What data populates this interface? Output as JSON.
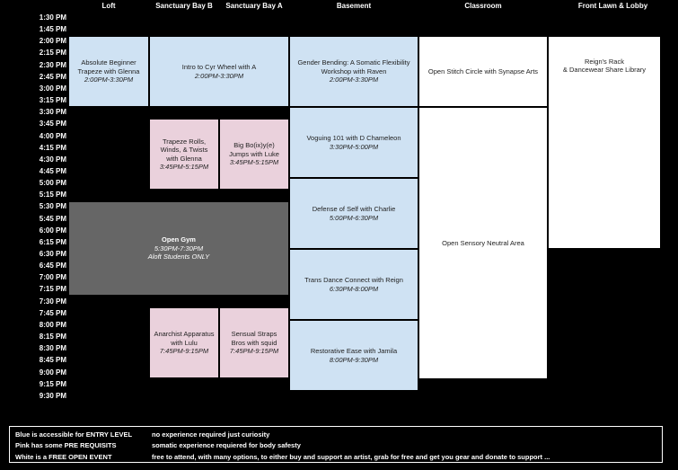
{
  "columns": [
    "Loft",
    "Sanctuary Bay B",
    "Sanctuary Bay A",
    "Basement",
    "Classroom",
    "Front Lawn & Lobby"
  ],
  "times": [
    "1:30 PM",
    "1:45 PM",
    "2:00 PM",
    "2:15 PM",
    "2:30 PM",
    "2:45 PM",
    "3:00 PM",
    "3:15 PM",
    "3:30 PM",
    "3:45 PM",
    "4:00 PM",
    "4:15 PM",
    "4:30 PM",
    "4:45 PM",
    "5:00 PM",
    "5:15 PM",
    "5:30 PM",
    "5:45 PM",
    "6:00 PM",
    "6:15 PM",
    "6:30 PM",
    "6:45 PM",
    "7:00 PM",
    "7:15 PM",
    "7:30 PM",
    "7:45 PM",
    "8:00 PM",
    "8:15 PM",
    "8:30 PM",
    "8:45 PM",
    "9:00 PM",
    "9:15 PM",
    "9:30 PM"
  ],
  "events": {
    "trapeze": {
      "title": "Absolute Beginner Trapeze with Glenna",
      "time": "2:00PM-3:30PM"
    },
    "cyr": {
      "title": "Intro to Cyr Wheel with A",
      "time": "2:00PM-3:30PM"
    },
    "gender": {
      "title": "Gender Bending: A Somatic Flexibility Workshop with Raven",
      "time": "2:00PM-3:30PM"
    },
    "stitch": {
      "title": "Open Stitch Circle with Synapse Arts"
    },
    "reign_rack": {
      "title": "Reign's Rack",
      "subtitle": "& Dancewear Share Library"
    },
    "rolls": {
      "title": "Trapeze Rolls, Winds, & Twists with Glenna",
      "time": "3:45PM-5:15PM"
    },
    "bouncy": {
      "title": "Big Bo(ix)y(e) Jumps with Luke",
      "time": "3:45PM-5:15PM"
    },
    "voguing": {
      "title": "Voguing 101 with D Chameleon",
      "time": "3:30PM-5:00PM"
    },
    "sensory": {
      "title": "Open Sensory Neutral Area"
    },
    "defense": {
      "title": "Defense of Self with Charlie",
      "time": "5:00PM-6:30PM"
    },
    "opengym": {
      "title": "Open Gym",
      "time": "5:30PM-7:30PM",
      "note": "Aloft Students ONLY"
    },
    "transdance": {
      "title": "Trans Dance Connect with Reign",
      "time": "6:30PM-8:00PM"
    },
    "anarchist": {
      "title": "Anarchist Apparatus with Lulu",
      "time": "7:45PM-9:15PM"
    },
    "straps": {
      "title": "Sensual Straps Bros with squid",
      "time": "7:45PM-9:15PM"
    },
    "restorative": {
      "title": "Restorative Ease with Jamila",
      "time": "8:00PM-9:30PM"
    }
  },
  "legend": [
    {
      "key": "Blue is accessible for ENTRY LEVEL",
      "desc": "no experience required just curiosity"
    },
    {
      "key": "Pink has some PRE REQUISITS",
      "desc": "somatic experience requiered for body safesty"
    },
    {
      "key": "White is a FREE OPEN EVENT",
      "desc": "free to attend, with many options, to either buy and support an artist, grab for free and get you gear and donate to support ..."
    }
  ],
  "colors": {
    "blue": "#cfe2f3",
    "pink": "#ead1dc",
    "white": "#ffffff",
    "gray": "#666666",
    "background": "#000000"
  }
}
